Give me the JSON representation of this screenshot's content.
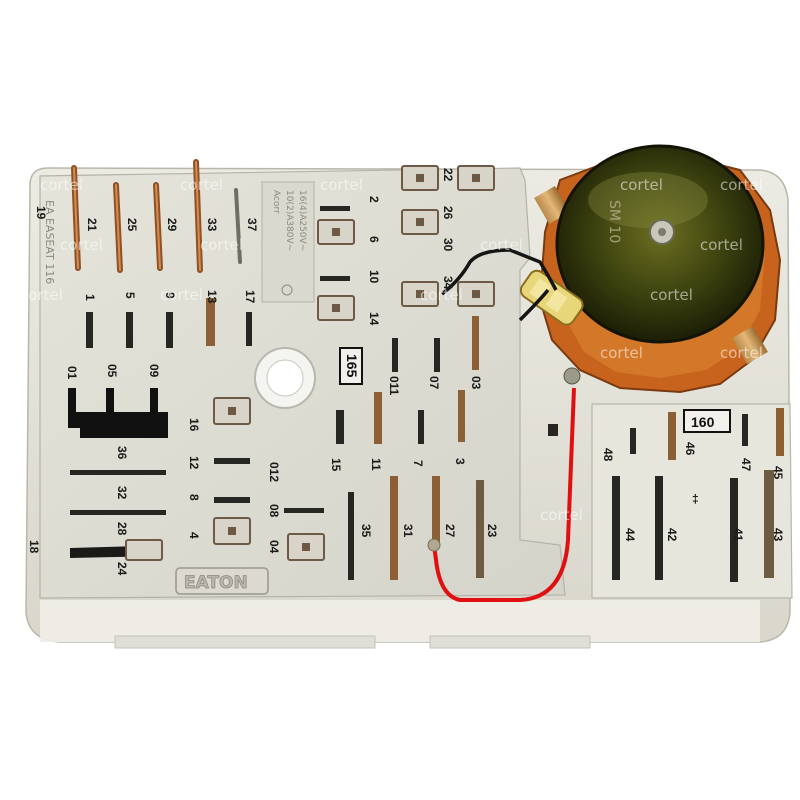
{
  "device": {
    "brand": "EATON",
    "part_code": "EA EASEAT 116",
    "spec_lines": [
      "16(4)A250V~",
      "10(2)A380V~",
      "Acorr"
    ],
    "motor_label": "SM 10"
  },
  "program_boxes": [
    "165",
    "160"
  ],
  "watermark": "cortel",
  "terminals_left": [
    "19",
    "21",
    "25",
    "29",
    "33",
    "37",
    "1",
    "5",
    "9",
    "13",
    "17",
    "01",
    "05",
    "09",
    "16",
    "12",
    "8",
    "4",
    "36",
    "32",
    "28",
    "24",
    "18"
  ],
  "terminals_mid": [
    "2",
    "6",
    "10",
    "14",
    "22",
    "26",
    "30",
    "34",
    "011",
    "07",
    "03",
    "15",
    "11",
    "7",
    "3",
    "012",
    "08",
    "04",
    "35",
    "31",
    "27",
    "23"
  ],
  "terminals_right": [
    "48",
    "46",
    "47",
    "45",
    "44",
    "42",
    "41",
    "43"
  ],
  "colors": {
    "housing": "#e8e6dc",
    "plate": "#deded4",
    "wire_red": "#e01010",
    "wire_black": "#151515",
    "motor_copper": "#c8631e"
  }
}
